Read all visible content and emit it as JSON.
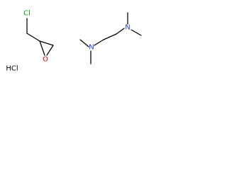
{
  "molecule": {
    "atoms": {
      "cl_epichlorohydrin": {
        "text": "Cl",
        "color": "#0b9c0b"
      },
      "o_epoxide": {
        "text": "O",
        "color": "#e00000"
      },
      "n_left": {
        "text": "N",
        "color": "#1f3bd6"
      },
      "n_right": {
        "text": "N",
        "color": "#1f3bd6"
      }
    },
    "salt": {
      "text": "HCl",
      "color": "#000000"
    }
  }
}
